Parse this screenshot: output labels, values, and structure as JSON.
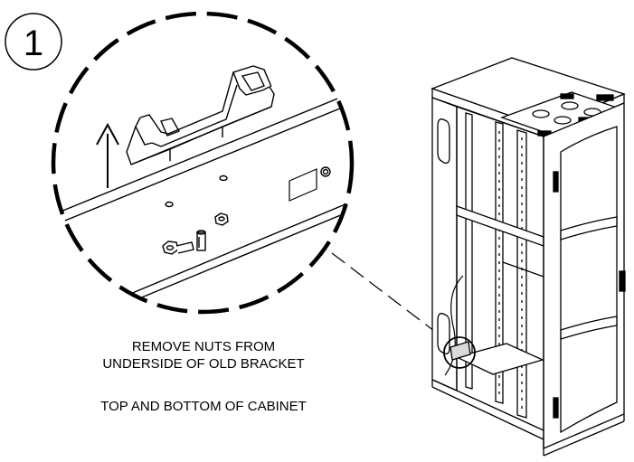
{
  "step_number": "1",
  "instructions": {
    "line1": "REMOVE NUTS FROM",
    "line2": "UNDERSIDE OF OLD BRACKET",
    "line3": "TOP AND BOTTOM OF CABINET"
  },
  "colors": {
    "ink": "#000000",
    "paper": "#ffffff",
    "shade": "#d9d9d9"
  },
  "icons": [
    "up-arrow-icon",
    "step-number-badge"
  ]
}
